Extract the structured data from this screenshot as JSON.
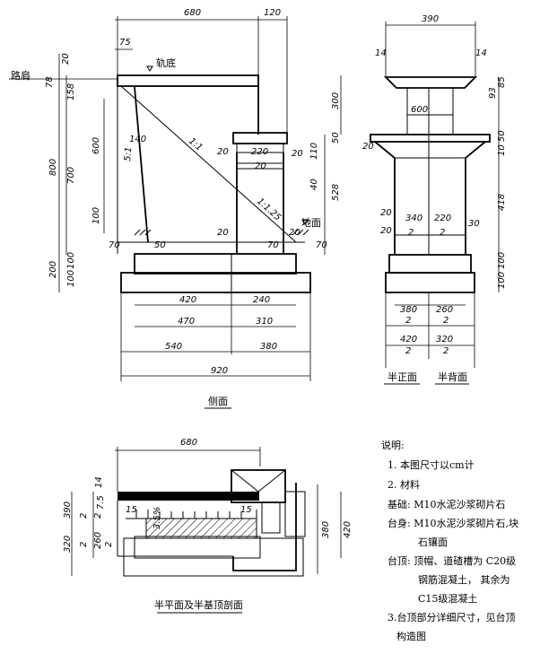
{
  "side_view": {
    "title": "侧面",
    "labels": {
      "shoulder": "路肩",
      "rail_bottom": "轨底",
      "ground": "地面",
      "slope_11": "1:1",
      "slope_51": "5:1",
      "slope_1125": "1:1.25"
    },
    "dims_top": [
      "680",
      "120",
      "75"
    ],
    "dims_left": [
      "20",
      "78",
      "158",
      "800",
      "700",
      "600",
      "100",
      "200",
      "100",
      "100"
    ],
    "dims_right": [
      "300",
      "50",
      "110",
      "528",
      "40",
      "20"
    ],
    "dims_inner": [
      "140",
      "220",
      "20",
      "20",
      "20",
      "20",
      "70",
      "50",
      "70",
      "70"
    ],
    "dims_bottom": [
      "420",
      "240",
      "470",
      "310",
      "540",
      "380",
      "920"
    ]
  },
  "front_view": {
    "title_front": "半正面",
    "title_back": "半背面",
    "dims_top": [
      "390",
      "14",
      "14"
    ],
    "dims_right": [
      "85",
      "93",
      "50",
      "10",
      "418",
      "100",
      "100"
    ],
    "dims_inner": [
      "600",
      "20",
      "20",
      "20",
      "340",
      "220",
      "30",
      "2",
      "2"
    ],
    "dims_bottom": [
      "380",
      "260",
      "2",
      "2",
      "420",
      "320",
      "2",
      "2"
    ]
  },
  "plan_view": {
    "title": "半平面及半基顶剖面",
    "dims_top": [
      "680",
      "14"
    ],
    "dims_left": [
      "7.5",
      "390",
      "2",
      "2",
      "320",
      "260",
      "2",
      "2"
    ],
    "dims_right": [
      "380",
      "420"
    ],
    "dims_inner": [
      "15",
      "15",
      "3.5%"
    ]
  },
  "notes": {
    "heading": "说明:",
    "lines": [
      "1. 本图尺寸以cm计",
      "2. 材料",
      "基础: M10水泥沙浆砌片石",
      "台身: M10水泥沙浆砌片石,块",
      "石镶面",
      "台顶: 顶帽、道碴槽为 C20级",
      "钢筋混凝土， 其余为",
      "C15级混凝土",
      "3.台顶部分详细尺寸，见台顶",
      "构造图"
    ]
  }
}
